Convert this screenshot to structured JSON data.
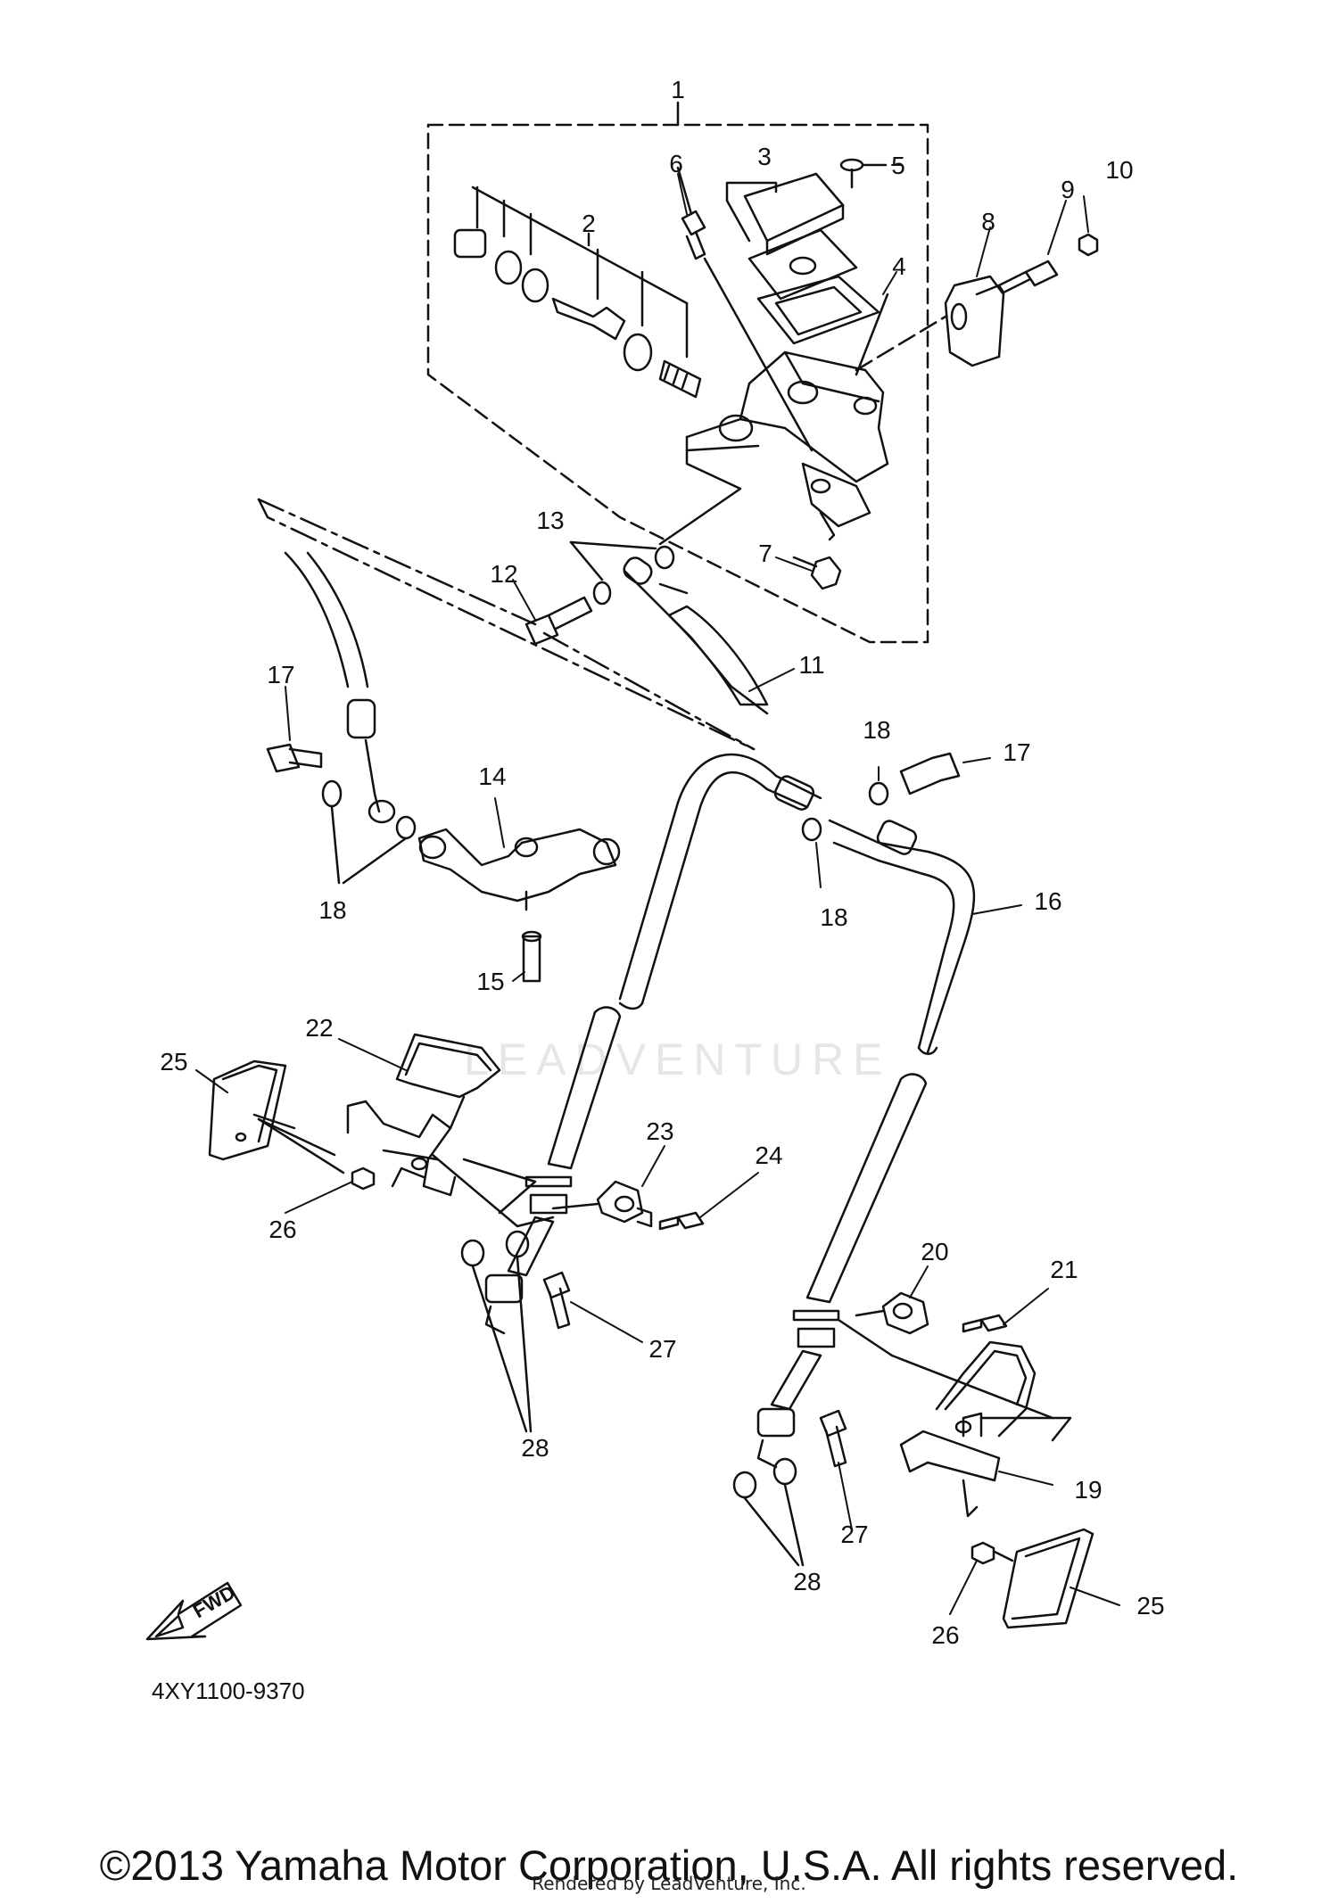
{
  "diagram": {
    "parts": [
      {
        "ref": "1"
      },
      {
        "ref": "2"
      },
      {
        "ref": "3"
      },
      {
        "ref": "4"
      },
      {
        "ref": "5"
      },
      {
        "ref": "6"
      },
      {
        "ref": "7"
      },
      {
        "ref": "8"
      },
      {
        "ref": "9"
      },
      {
        "ref": "10"
      },
      {
        "ref": "11"
      },
      {
        "ref": "12"
      },
      {
        "ref": "13"
      },
      {
        "ref": "14"
      },
      {
        "ref": "15"
      },
      {
        "ref": "16"
      },
      {
        "ref": "17"
      },
      {
        "ref": "18"
      },
      {
        "ref": "19"
      },
      {
        "ref": "20"
      },
      {
        "ref": "21"
      },
      {
        "ref": "22"
      },
      {
        "ref": "23"
      },
      {
        "ref": "24"
      },
      {
        "ref": "25"
      },
      {
        "ref": "26"
      },
      {
        "ref": "27"
      },
      {
        "ref": "28"
      }
    ],
    "fwd_label": "FWD",
    "diagram_code": "4XY1100-9370",
    "watermark": "LEADVENTURE"
  },
  "footer": {
    "copyright": "©2013 Yamaha Motor Corporation, U.S.A. All rights reserved.",
    "rendered_by": "Rendered by LeadVenture, Inc."
  },
  "colors": {
    "ink": "#111111",
    "watermark": "#e6e6e6",
    "background": "#ffffff"
  }
}
